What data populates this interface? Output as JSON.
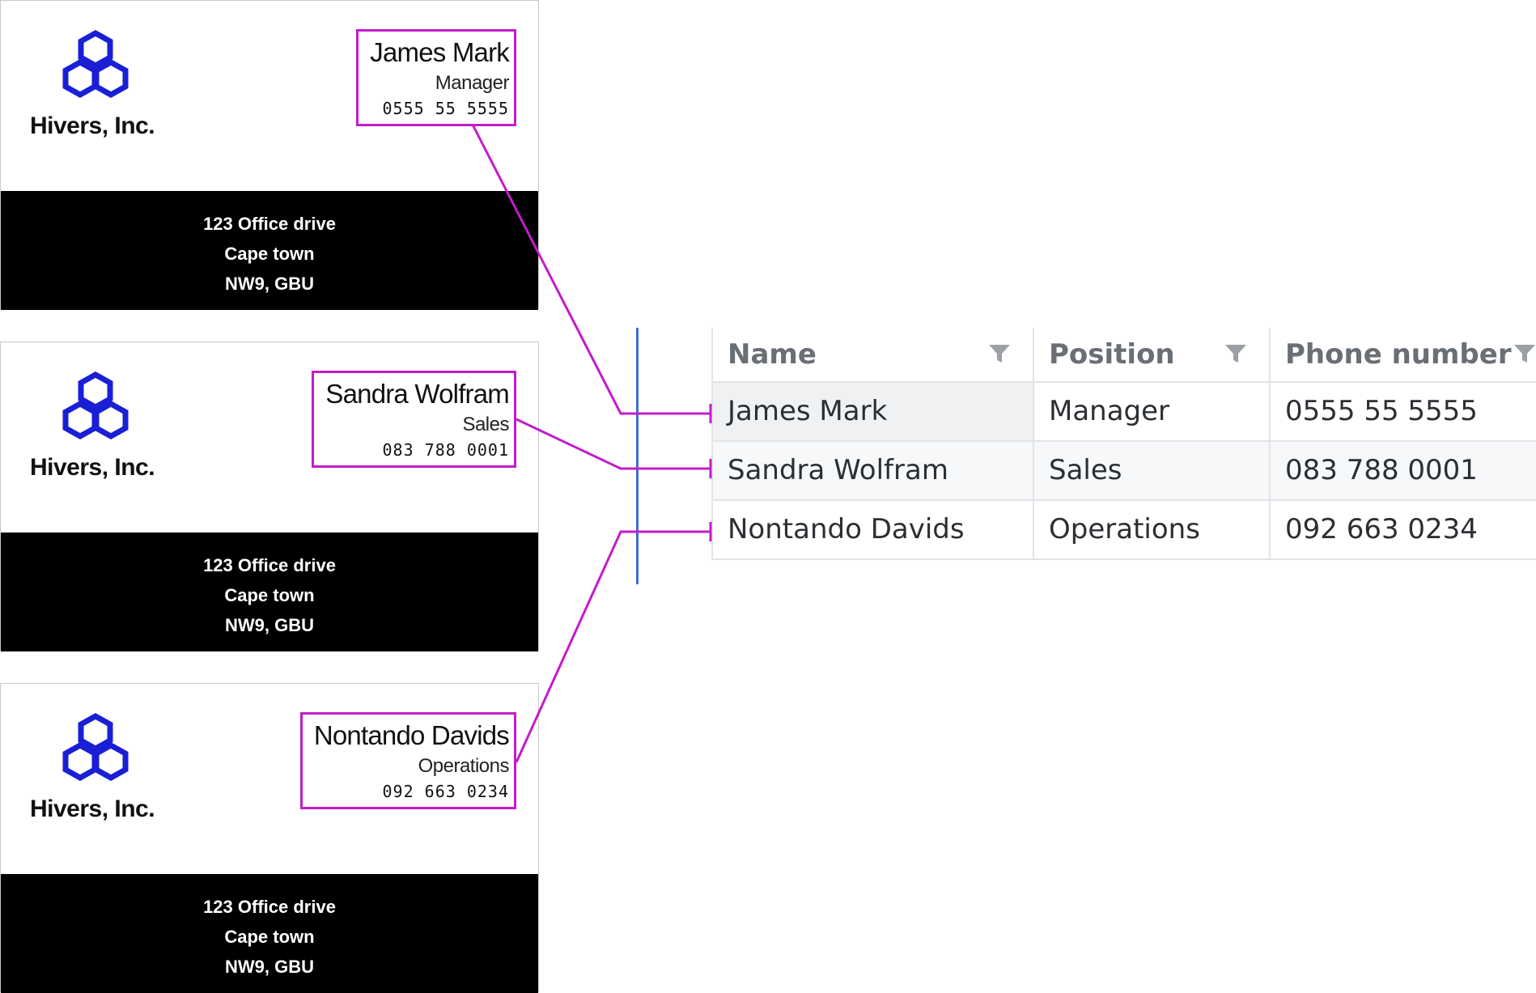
{
  "cards": [
    {
      "company": "Hivers, Inc.",
      "name": "James Mark",
      "position": "Manager",
      "phone": "0555 55 5555",
      "address": [
        "123 Office drive",
        "Cape town",
        "NW9, GBU"
      ]
    },
    {
      "company": "Hivers, Inc.",
      "name": "Sandra Wolfram",
      "position": "Sales",
      "phone": "083 788 0001",
      "address": [
        "123 Office drive",
        "Cape town",
        "NW9, GBU"
      ]
    },
    {
      "company": "Hivers, Inc.",
      "name": "Nontando Davids",
      "position": "Operations",
      "phone": "092 663 0234",
      "address": [
        "123 Office drive",
        "Cape town",
        "NW9, GBU"
      ]
    }
  ],
  "table": {
    "headers": [
      "Name",
      "Position",
      "Phone number"
    ],
    "rows": [
      [
        "James Mark",
        "Manager",
        "0555 55 5555"
      ],
      [
        "Sandra Wolfram",
        "Sales",
        "083 788 0001"
      ],
      [
        "Nontando Davids",
        "Operations",
        "092 663 0234"
      ]
    ]
  },
  "colors": {
    "logo": "#1a1fd6",
    "highlight": "#c31cc9",
    "gridline": "#e1e4e8",
    "header_text": "#6a6f75"
  },
  "icons": {
    "logo": "hexagon-cluster-icon",
    "filter": "filter-icon"
  }
}
